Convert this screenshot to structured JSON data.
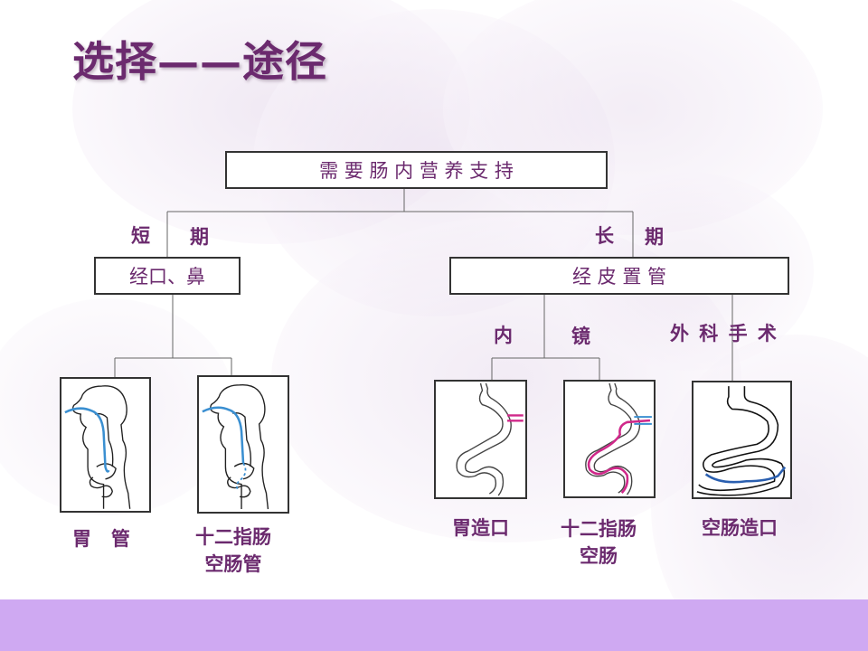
{
  "title": "选择——途径",
  "root_box": "需 要 肠 内 营 养 支 持",
  "branch_short": {
    "label_left": "短",
    "label_right": "期"
  },
  "branch_long": {
    "label_left": "长",
    "label_right": "期"
  },
  "box_oral_nasal": "经口、鼻",
  "box_percutaneous": "经 皮 置 管",
  "endoscopy_label": {
    "left": "内",
    "right": "镜"
  },
  "surgery_label": "外 科 手 术",
  "captions": {
    "gastric_tube": "胃   管",
    "duodenal_jejunal_tube": "十二指肠\n空肠管",
    "gastrostomy": "胃造口",
    "duodenum_jejunum": "十二指肠\n空肠",
    "jejunostomy": "空肠造口"
  },
  "colors": {
    "title": "#6b2a6e",
    "label_text": "#6b2a6e",
    "bottom_bar": "#cfa9f2",
    "tube_blue": "#3a8fd1",
    "tube_magenta": "#d0288a"
  }
}
